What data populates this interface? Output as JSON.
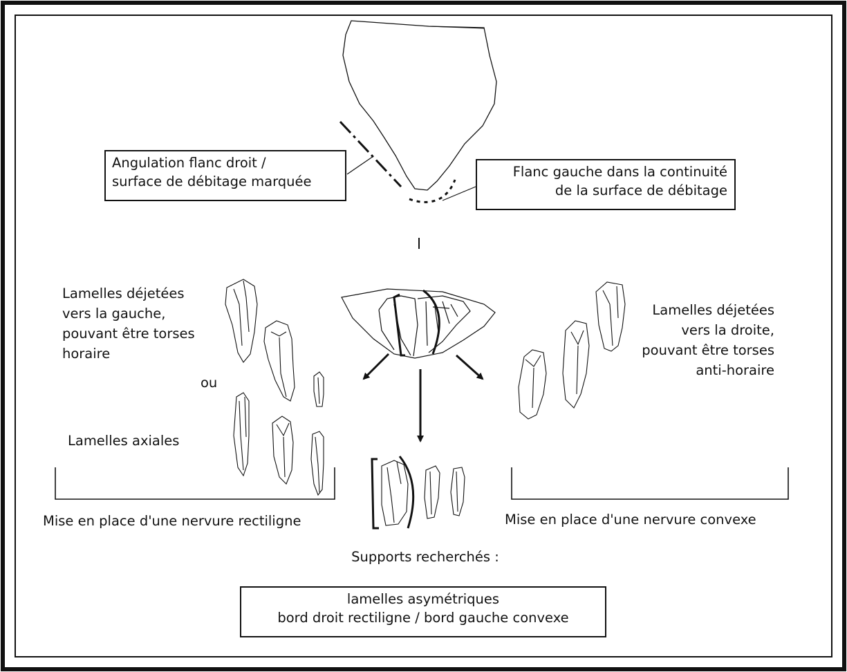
{
  "labels": {
    "angulation": [
      "Angulation flanc droit /",
      "surface de débitage marquée"
    ],
    "flanc_gauche": [
      "Flanc gauche dans la continuité",
      "de la surface de débitage"
    ],
    "lamelles_gauche": [
      "Lamelles déjetées",
      "vers la gauche,",
      "pouvant être torses",
      "horaire"
    ],
    "ou": "ou",
    "lamelles_axiales": "Lamelles axiales",
    "lamelles_droite": [
      "Lamelles déjetées",
      "vers la droite,",
      "pouvant être torses",
      "anti-horaire"
    ],
    "nervure_rectiligne": "Mise en place d'une nervure rectiligne",
    "nervure_convexe": "Mise en place d'une nervure convexe",
    "supports": "Supports recherchés :",
    "result": [
      "lamelles asymétriques",
      "bord droit rectiligne / bord gauche convexe"
    ]
  },
  "colors": {
    "ink": "#111111",
    "background": "#ffffff"
  }
}
